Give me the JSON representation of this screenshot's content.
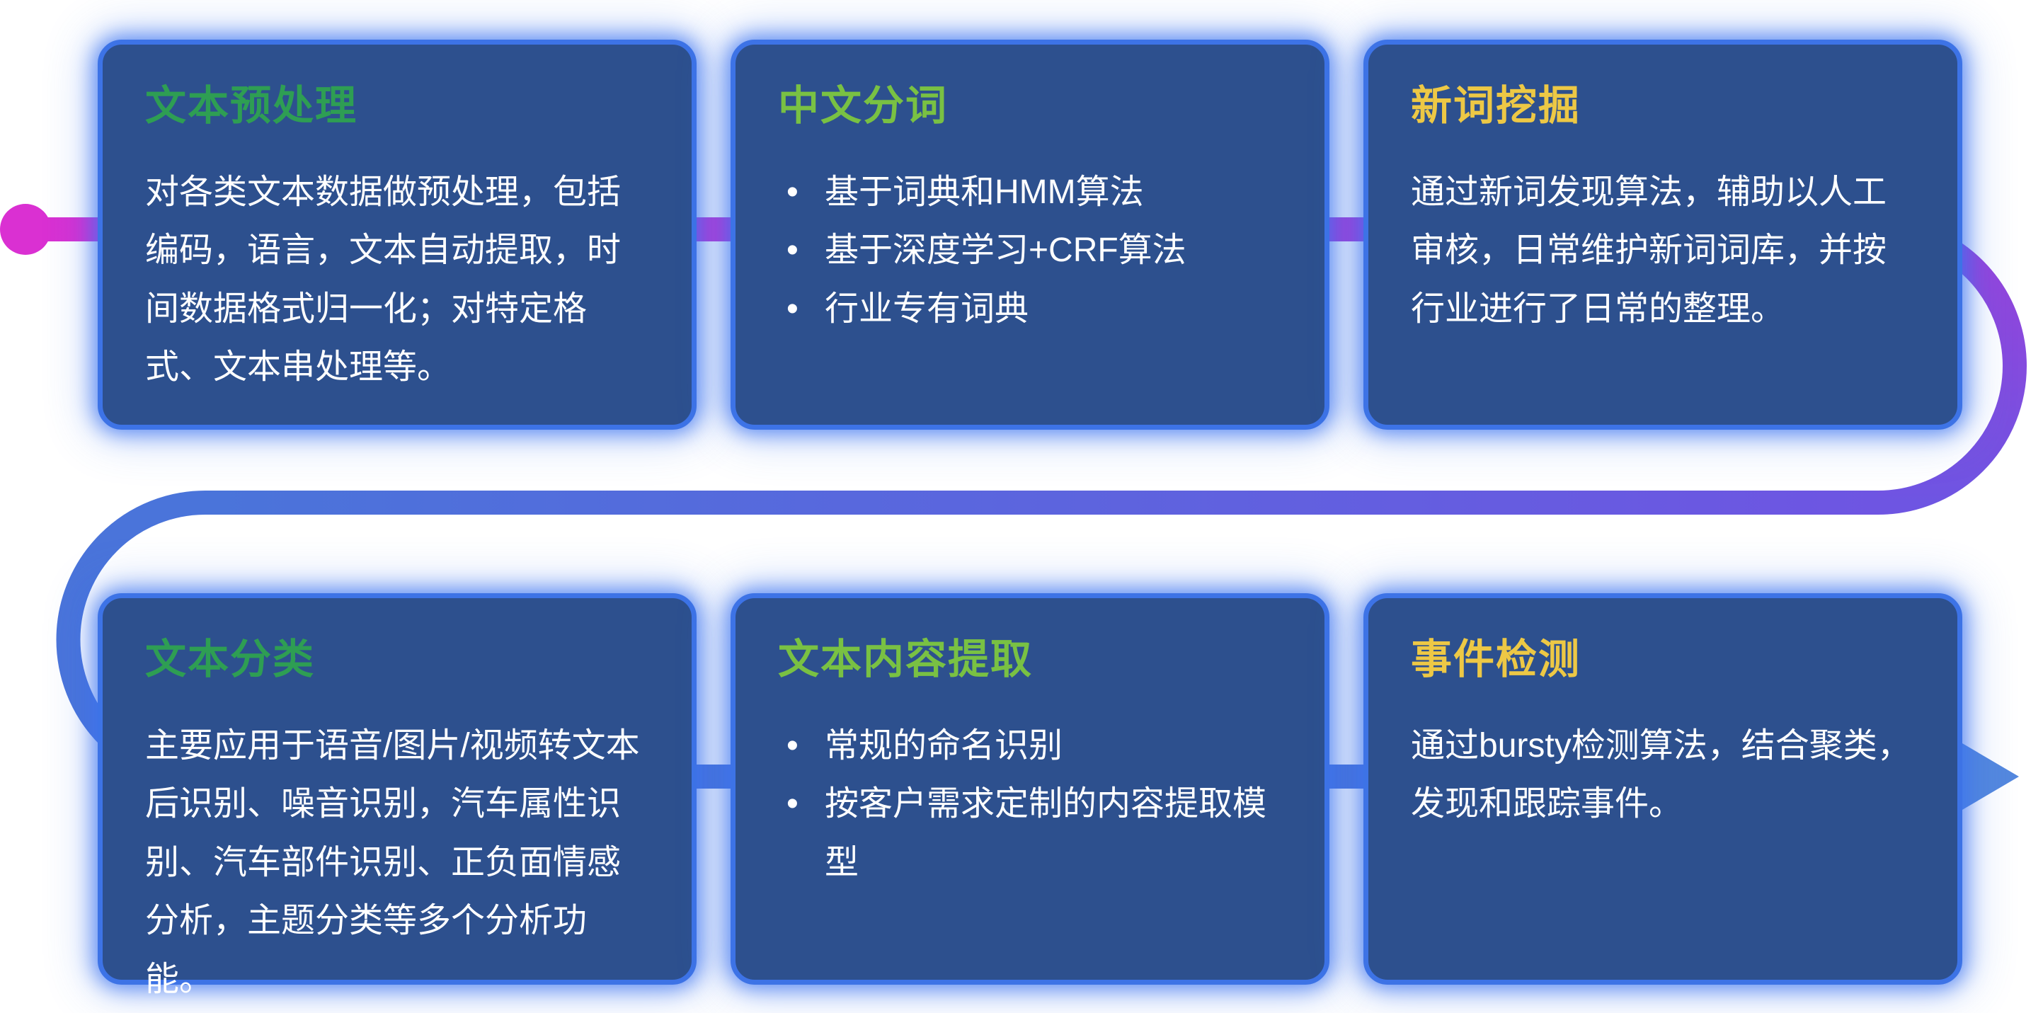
{
  "colors": {
    "background": "#ffffff",
    "card_background": "#2d508e",
    "card_border_glow": "#3d73e6",
    "body_text": "#ffffff",
    "flow": {
      "magenta": "#da30d2",
      "purple": "#9a42da",
      "violet": "#6e55e2",
      "blue": "#4a74da",
      "arrow_blue": "#5488de"
    }
  },
  "cards": [
    {
      "title": "文本预处理",
      "title_color": "#2e9e53",
      "paragraph": "对各类文本数据做预处理，包括编码，语言，文本自动提取，时间数据格式归一化；对特定格式、文本串处理等。"
    },
    {
      "title": "中文分词",
      "title_color": "#79c143",
      "bullets": [
        "基于词典和HMM算法",
        "基于深度学习+CRF算法",
        "行业专有词典"
      ]
    },
    {
      "title": "新词挖掘",
      "title_color": "#edc845",
      "paragraph": "通过新词发现算法，辅助以人工审核，日常维护新词词库，并按行业进行了日常的整理。"
    },
    {
      "title": "文本分类",
      "title_color": "#2e9e53",
      "paragraph": "主要应用于语音/图片/视频转文本后识别、噪音识别，汽车属性识别、汽车部件识别、正负面情感分析，主题分类等多个分析功能。"
    },
    {
      "title": "文本内容提取",
      "title_color": "#79c143",
      "bullets": [
        "常规的命名识别",
        "按客户需求定制的内容提取模型"
      ]
    },
    {
      "title": "事件检测",
      "title_color": "#edc845",
      "paragraph": "通过bursty检测算法，结合聚类，发现和跟踪事件。"
    }
  ]
}
